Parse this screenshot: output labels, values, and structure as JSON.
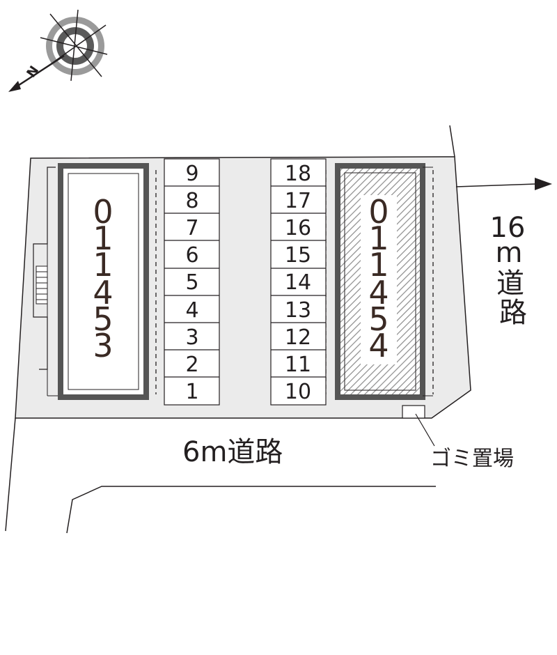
{
  "compass": {
    "north_label": "N",
    "icon": "north-arrow-compass"
  },
  "buildings": [
    {
      "id": "left",
      "label": [
        "0",
        "1",
        "1",
        "4",
        "5",
        "3"
      ],
      "hatched": false
    },
    {
      "id": "right",
      "label": [
        "0",
        "1",
        "1",
        "4",
        "5",
        "4"
      ],
      "hatched": true
    }
  ],
  "parking": {
    "left_column": [
      "9",
      "8",
      "7",
      "6",
      "5",
      "4",
      "3",
      "2",
      "1"
    ],
    "right_column": [
      "18",
      "17",
      "16",
      "15",
      "14",
      "13",
      "12",
      "11",
      "10"
    ]
  },
  "roads": {
    "bottom": "6m道路",
    "right": [
      "16",
      "m",
      "道",
      "路"
    ]
  },
  "garbage_label": "ゴミ置場",
  "colors": {
    "lot": "#ebebeb",
    "line": "#231f20",
    "building_border": "#555555",
    "hatch": "#999999"
  }
}
